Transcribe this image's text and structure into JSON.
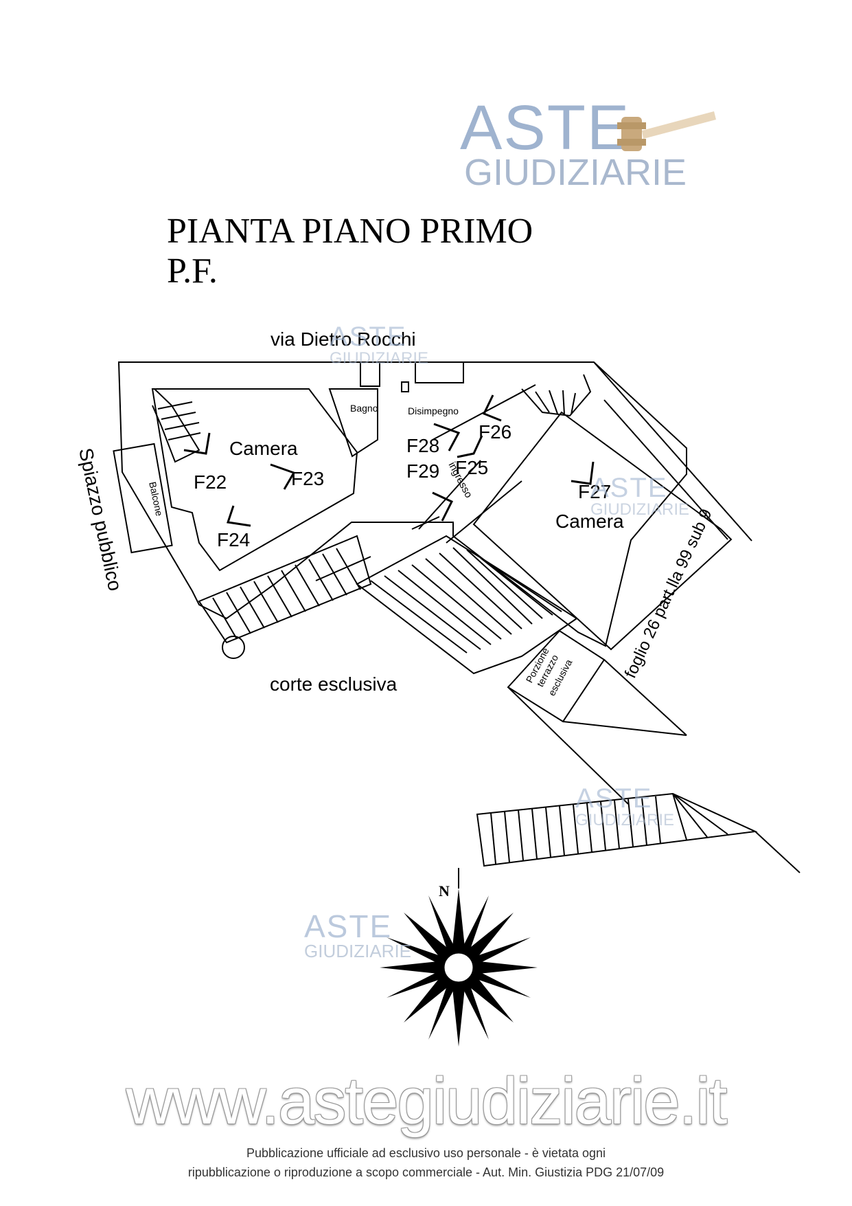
{
  "watermarks": [
    {
      "line1": "ASTE",
      "line2": "GIUDIZIARIE"
    },
    {
      "line1": "ASTE",
      "line2": "GIUDIZIARIE"
    },
    {
      "line1": "ASTE",
      "line2": "GIUDIZIARIE"
    },
    {
      "line1": "ASTE",
      "line2": "GIUDIZIARIE"
    },
    {
      "line1": "ASTE",
      "line2": "GIUDIZIARIE"
    }
  ],
  "title": {
    "line1": "PIANTA PIANO PRIMO",
    "line2": "P.F."
  },
  "labels": {
    "street": "via Dietro Rocchi",
    "public_space": "Spiazzo pubblico",
    "balcony": "Balcone",
    "courtyard": "corte esclusiva",
    "parcel": "foglio 26 part.lla 99 sub 9",
    "terrace": [
      "Porzione",
      "terrazzo",
      "esclusiva"
    ],
    "bathroom": "Bagno",
    "hallway": "Disimpegno",
    "entrance": "ingresso",
    "room_left": "Camera",
    "room_right": "Camera"
  },
  "photo_points": [
    "F22",
    "F23",
    "F24",
    "F25",
    "F26",
    "F27",
    "F28",
    "F29"
  ],
  "compass": {
    "north": "N"
  },
  "website": "www.astegiudiziarie.it",
  "footer": {
    "line1": "Pubblicazione ufficiale ad esclusivo uso personale - è vietata ogni",
    "line2": "ripubblicazione o riproduzione a scopo commerciale - Aut. Min. Giustizia PDG 21/07/09"
  }
}
